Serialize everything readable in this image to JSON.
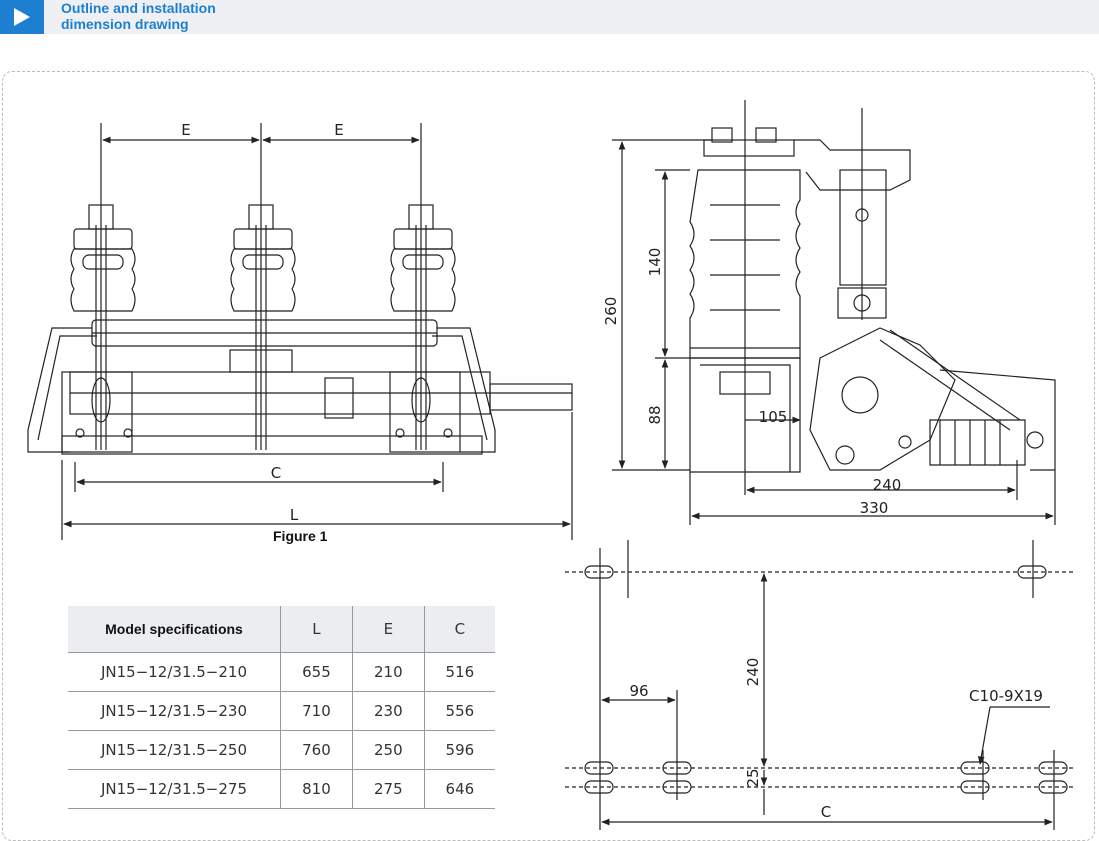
{
  "header": {
    "title_line1": "Outline and installation",
    "title_line2": "dimension drawing"
  },
  "figure": {
    "caption": "Figure 1",
    "front_view": {
      "dim_e": "E",
      "dim_c": "C",
      "dim_l": "L"
    },
    "side_view": {
      "dim_260": "260",
      "dim_140": "140",
      "dim_88": "88",
      "dim_105": "105",
      "dim_240": "240",
      "dim_330": "330"
    },
    "mounting_view": {
      "dim_240": "240",
      "dim_96": "96",
      "dim_25": "25",
      "dim_c": "C",
      "hole_label": "C10-9X19"
    }
  },
  "table": {
    "headers": [
      "Model specifications",
      "L",
      "E",
      "C"
    ],
    "rows": [
      [
        "JN15−12/31.5−210",
        "655",
        "210",
        "516"
      ],
      [
        "JN15−12/31.5−230",
        "710",
        "230",
        "556"
      ],
      [
        "JN15−12/31.5−250",
        "760",
        "250",
        "596"
      ],
      [
        "JN15−12/31.5−275",
        "810",
        "275",
        "646"
      ]
    ]
  },
  "colors": {
    "accent": "#1e7fd0",
    "header_bg": "#eef0f3",
    "line": "#222222"
  }
}
